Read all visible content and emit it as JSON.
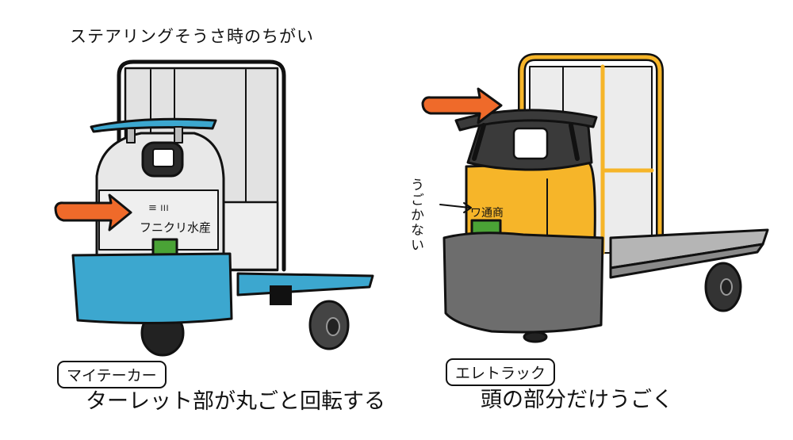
{
  "title": "ステアリングそうさ時のちがい",
  "left_vehicle": {
    "name_tag": "マイテーカー",
    "caption": "ターレット部が丸ごと回転する",
    "body_label": "フニクリ水産",
    "colors": {
      "body": "#e6e6e6",
      "bed": "#3ca7cf",
      "arrow": "#ef6a2a",
      "badge": "#4aa336"
    }
  },
  "right_vehicle": {
    "name_tag": "エレトラック",
    "caption": "頭の部分だけうごく",
    "note": "うごかない",
    "body_label": "ワ通商",
    "colors": {
      "body": "#f6b529",
      "base": "#6d6d6d",
      "bed": "#b5b5b5",
      "arrow": "#ef6a2a",
      "badge": "#4aa336"
    }
  }
}
